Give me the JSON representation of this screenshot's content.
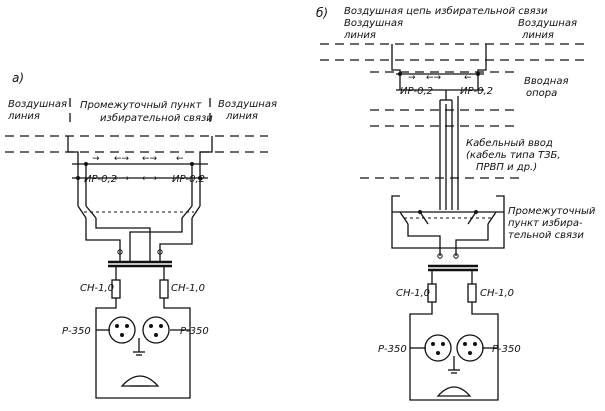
{
  "left": {
    "tag": "а)",
    "air_line_left": [
      "Воздушная",
      "линия"
    ],
    "intermediate_point": [
      "Промежуточный пункт",
      "избирательной связи"
    ],
    "air_line_right": [
      "Воздушная",
      "линия"
    ],
    "protector_left": "ИР-0,2",
    "protector_right": "ИР-0,2",
    "fuse_left": "СН-1,0",
    "fuse_right": "СН-1,0",
    "device_left": "Р-350",
    "device_right": "Р-350"
  },
  "right": {
    "tag": "б)",
    "title": "Воздушная цепь избирательной связи",
    "air_line_left": [
      "Воздушная",
      "линия"
    ],
    "air_line_right": [
      "Воздушная",
      "линия"
    ],
    "protector_left": "ИР-0,2",
    "protector_right": "ИР-0,2",
    "entry_pole": [
      "Вводная",
      "опора"
    ],
    "cable_entry": [
      "Кабельный ввод",
      "(кабель типа ТЗБ,",
      "ПРВП и др.)"
    ],
    "intermediate_point": [
      "Промежуточный",
      "пункт избира-",
      "тельной связи"
    ],
    "fuse_left": "СН-1,0",
    "fuse_right": "СН-1,0",
    "device_left": "Р-350",
    "device_right": "Р-350"
  }
}
